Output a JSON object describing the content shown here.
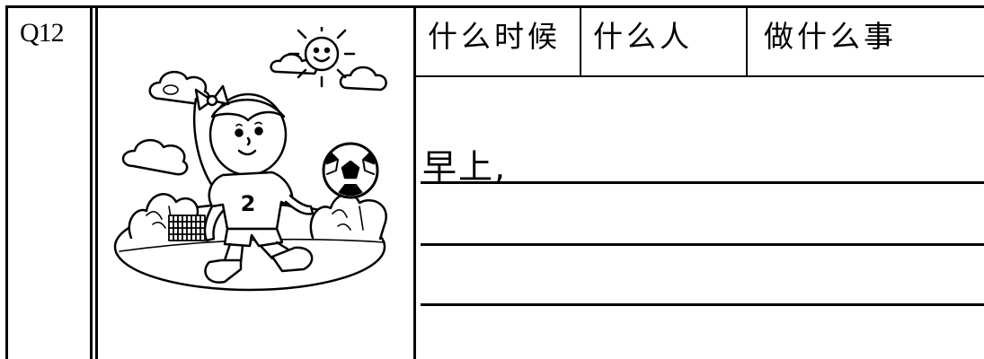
{
  "question": {
    "label": "Q12"
  },
  "headers": {
    "when": "什么时候",
    "who": "什么人",
    "what": "做什么事"
  },
  "answer": {
    "prefix": "早上,"
  },
  "illustration": {
    "icons": [
      "sun-icon",
      "cloud-icon",
      "girl-icon",
      "soccer-ball-icon",
      "goal-net-icon",
      "bush-icon",
      "field-icon"
    ],
    "shirt_number": "2"
  }
}
